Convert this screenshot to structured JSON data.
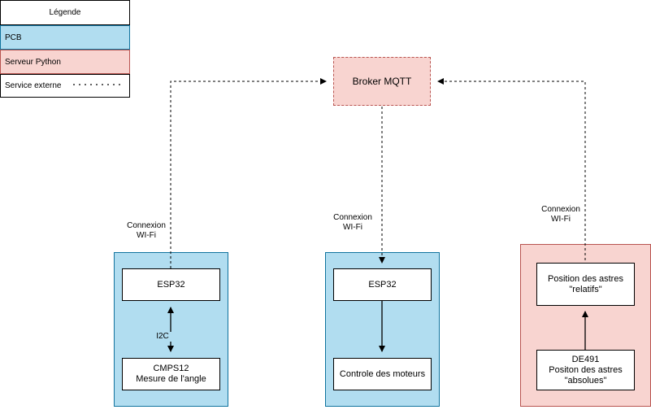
{
  "legend": {
    "title": "Légende",
    "pcb": "PCB",
    "server": "Serveur Python",
    "external": "Service externe"
  },
  "broker": {
    "label": "Broker MQTT"
  },
  "left_board": {
    "esp32": "ESP32",
    "sensor": "CMPS12\nMesure de l'angle",
    "bus_label": "I2C",
    "link_label": "Connexion\nWI-Fi"
  },
  "middle_board": {
    "esp32": "ESP32",
    "motors": "Controle des moteurs",
    "link_label": "Connexion\nWI-Fi"
  },
  "right_board": {
    "relative": "Position des astres\n\"relatifs\"",
    "absolute": "DE491\nPositon des astres\n\"absolues\"",
    "link_label": "Connexion\nWI-Fi"
  },
  "colors": {
    "pcb_fill": "#b1ddf0",
    "pcb_stroke": "#10739e",
    "server_fill": "#f8d4d0",
    "server_stroke": "#b85450"
  }
}
